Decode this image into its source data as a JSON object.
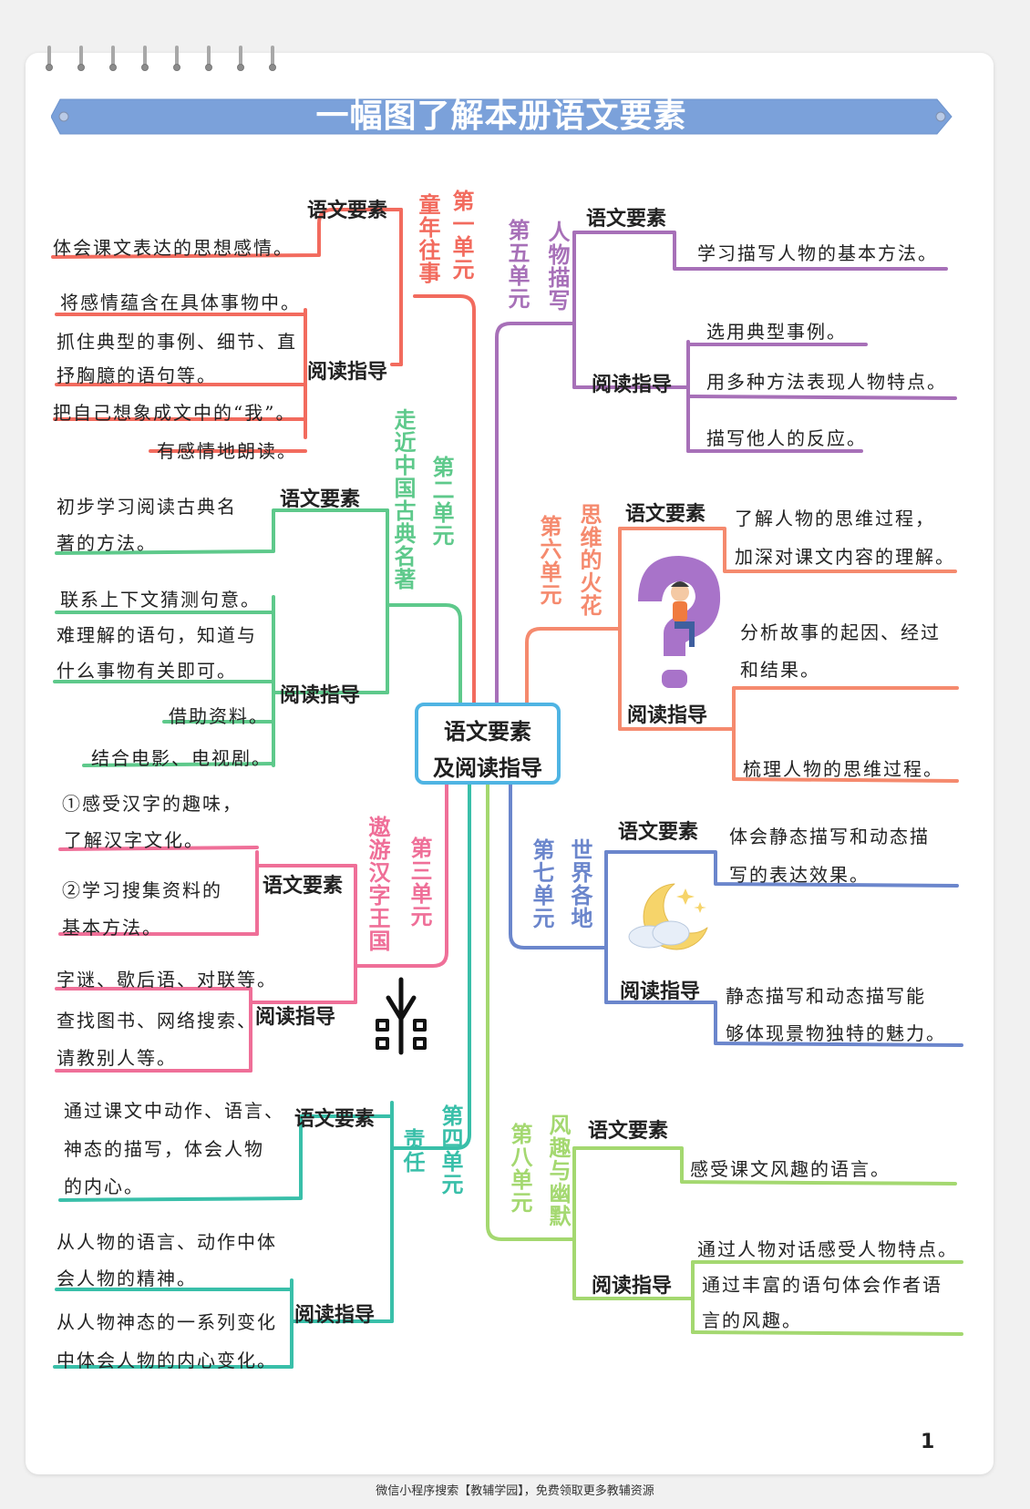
{
  "header": {
    "title": "一幅图了解本册语文要素"
  },
  "center": {
    "line1": "语文要素",
    "line2": "及阅读指导"
  },
  "colors": {
    "unit1": "#f26b5e",
    "unit2": "#5ec98b",
    "unit3": "#ef6f98",
    "unit4": "#39bfa9",
    "unit5": "#a770b8",
    "unit6": "#f58a6e",
    "unit7": "#6b86cc",
    "unit8": "#a4d870",
    "center": "#4fb4e3",
    "banner": "#7ba1da"
  },
  "units": [
    {
      "label": "第一单元",
      "theme": "童年往事",
      "element_label": "语文要素",
      "elements": [
        "体会课文表达的思想感情。"
      ],
      "guide_label": "阅读指导",
      "guides": [
        "将感情蕴含在具体事物中。",
        "抓住典型的事例、细节、直",
        "抒胸臆的语句等。",
        "把自己想象成文中的“我”。",
        "有感情地朗读。"
      ]
    },
    {
      "label": "第二单元",
      "theme": "走近中国古典名著",
      "element_label": "语文要素",
      "elements": [
        "初步学习阅读古典名",
        "著的方法。"
      ],
      "guide_label": "阅读指导",
      "guides": [
        "联系上下文猜测句意。",
        "难理解的语句，知道与",
        "什么事物有关即可。",
        "借助资料。",
        "结合电影、电视剧。"
      ]
    },
    {
      "label": "第三单元",
      "theme": "遨游汉字王国",
      "element_label": "语文要素",
      "elements": [
        "①感受汉字的趣味，",
        "了解汉字文化。",
        "②学习搜集资料的",
        "基本方法。"
      ],
      "guide_label": "阅读指导",
      "guides": [
        "字谜、歇后语、对联等。",
        "查找图书、网络搜索、",
        "请教别人等。"
      ]
    },
    {
      "label": "第四单元",
      "theme": "责任",
      "element_label": "语文要素",
      "elements": [
        "通过课文中动作、语言、",
        "神态的描写，体会人物",
        "的内心。"
      ],
      "guide_label": "阅读指导",
      "guides": [
        "从人物的语言、动作中体",
        "会人物的精神。",
        "从人物神态的一系列变化",
        "中体会人物的内心变化。"
      ]
    },
    {
      "label": "第五单元",
      "theme": "人物描写",
      "element_label": "语文要素",
      "elements": [
        "学习描写人物的基本方法。"
      ],
      "guide_label": "阅读指导",
      "guides": [
        "选用典型事例。",
        "用多种方法表现人物特点。",
        "描写他人的反应。"
      ]
    },
    {
      "label": "第六单元",
      "theme": "思维的火花",
      "element_label": "语文要素",
      "elements": [
        "了解人物的思维过程，",
        "加深对课文内容的理解。"
      ],
      "guide_label": "阅读指导",
      "guides": [
        "分析故事的起因、经过",
        "和结果。",
        "梳理人物的思维过程。"
      ]
    },
    {
      "label": "第七单元",
      "theme": "世界各地",
      "element_label": "语文要素",
      "elements": [
        "体会静态描写和动态描",
        "写的表达效果。"
      ],
      "guide_label": "阅读指导",
      "guides": [
        "静态描写和动态描写能",
        "够体现景物独特的魅力。"
      ]
    },
    {
      "label": "第八单元",
      "theme": "风趣与幽默",
      "element_label": "语文要素",
      "elements": [
        "感受课文风趣的语言。"
      ],
      "guide_label": "阅读指导",
      "guides": [
        "通过人物对话感受人物特点。",
        "通过丰富的语句体会作者语",
        "言的风趣。"
      ]
    }
  ],
  "page_number": "1",
  "footer": "微信小程序搜索【教辅学园】，免费领取更多教辅资源"
}
